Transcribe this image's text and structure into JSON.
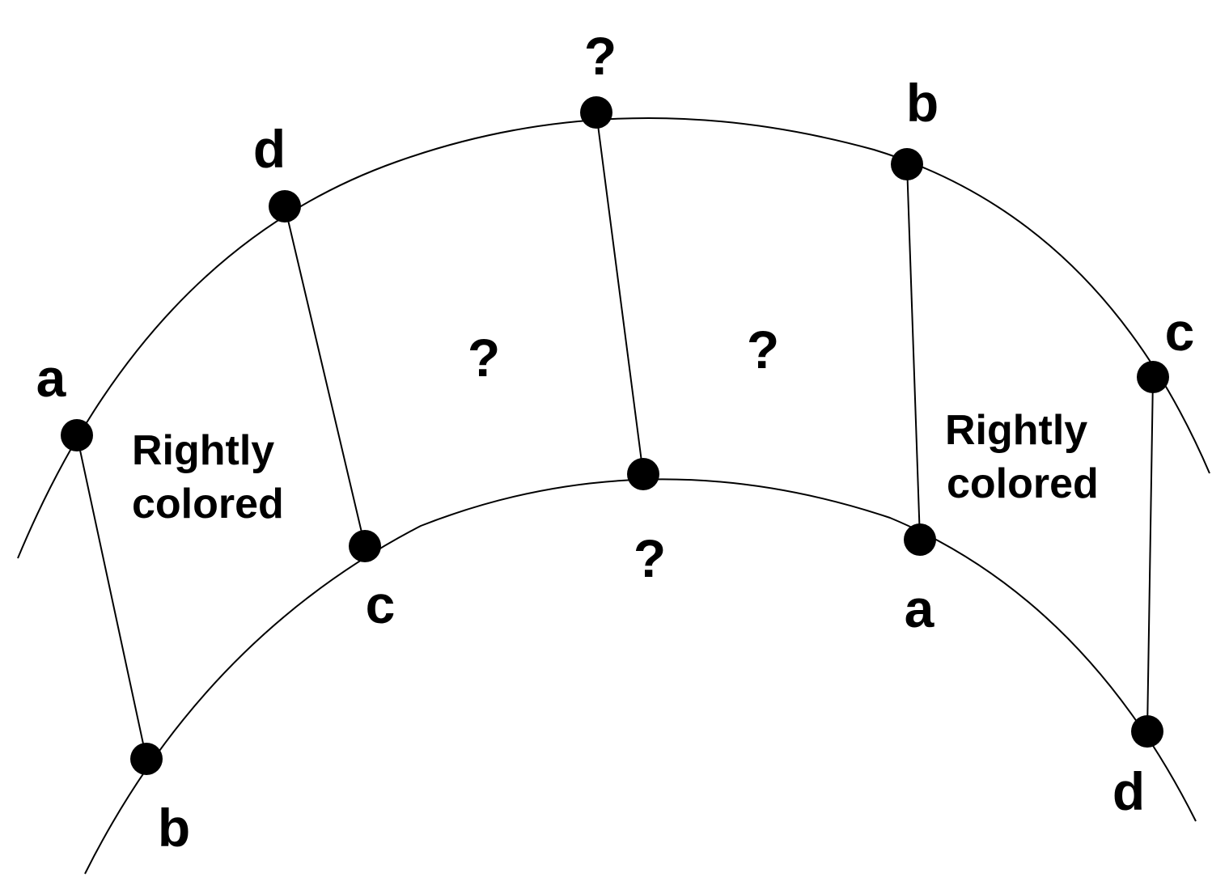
{
  "outer_labels": [
    "a",
    "d",
    "?",
    "b",
    "c"
  ],
  "inner_labels": [
    "b",
    "c",
    "?",
    "a",
    "d"
  ],
  "regions": {
    "left_line1": "Rightly",
    "left_line2": "colored",
    "middle_left": "?",
    "middle_right": "?",
    "right_line1": "Rightly",
    "right_line2": "colored"
  },
  "colors": {
    "stroke": "#000000",
    "background": "#ffffff"
  }
}
